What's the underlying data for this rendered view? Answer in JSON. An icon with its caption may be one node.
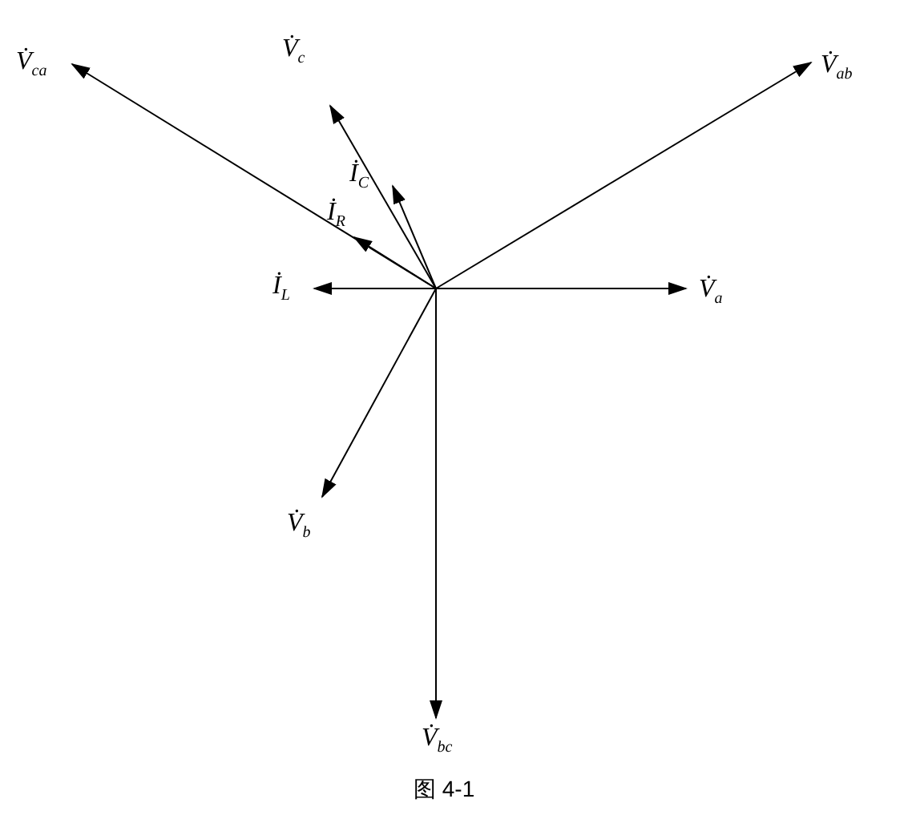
{
  "diagram": {
    "caption": "图 4-1",
    "labels": [
      "V̇$_{ca}$",
      "V̇$_{c}$",
      "V̇$_{ab}$",
      "İ$_{C}$",
      "İ$_{R}$",
      "İ$_{L}$",
      "V̇$_{a}$",
      "V̇$_{b}$",
      "V̇$_{bc}$"
    ]
  }
}
